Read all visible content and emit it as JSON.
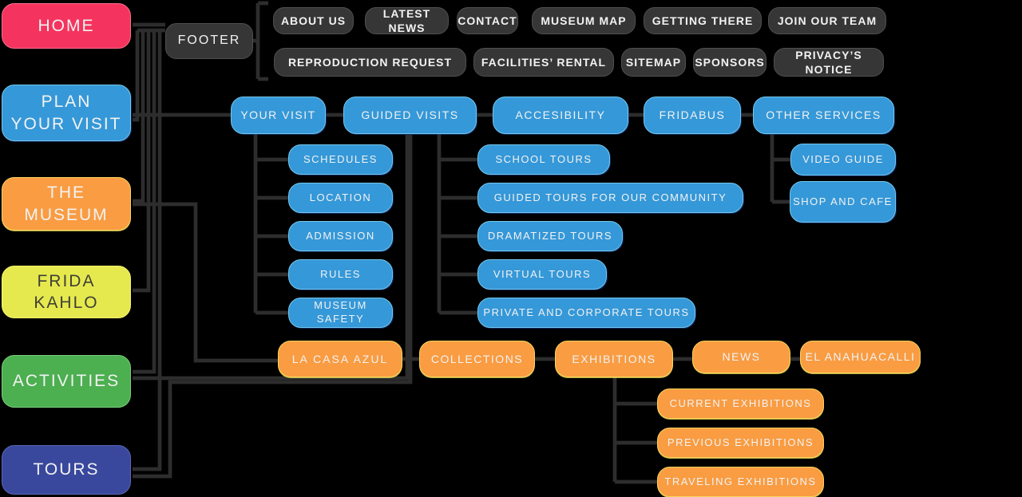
{
  "diagram": {
    "type": "sitemap-tree",
    "colors": {
      "background": "#000000",
      "pink": "#F4345E",
      "blue": "#3598D8",
      "orange": "#F99C42",
      "yellow_green": "#E6E94E",
      "green": "#4CAF50",
      "indigo": "#39489D",
      "dark_button": "#363636",
      "connector_line": "#2D2D2D",
      "text_light": "#F2F2F2",
      "text_dark": "#3F4038"
    }
  },
  "main_nav": [
    "HOME",
    "PLAN\nYOUR VISIT",
    "THE MUSEUM",
    "FRIDA\nKAHLO",
    "ACTIVITIES",
    "TOURS"
  ],
  "footer": {
    "label": "FOOTER",
    "row1": [
      "ABOUT US",
      "LATEST NEWS",
      "CONTACT",
      "MUSEUM MAP",
      "GETTING THERE",
      "JOIN OUR TEAM"
    ],
    "row2": [
      "REPRODUCTION REQUEST",
      "FACILITIES’ RENTAL",
      "SITEMAP",
      "SPONSORS",
      "PRIVACY’S NOTICE"
    ]
  },
  "visit_row": [
    "YOUR VISIT",
    "GUIDED VISITS",
    "ACCESIBILITY",
    "FRIDABUS",
    "OTHER SERVICES"
  ],
  "your_visit_children": [
    "SCHEDULES",
    "LOCATION",
    "ADMISSION",
    "RULES",
    "MUSEUM SAFETY"
  ],
  "guided_visits_children": [
    "SCHOOL TOURS",
    "GUIDED TOURS FOR OUR COMMUNITY",
    "DRAMATIZED TOURS",
    "VIRTUAL TOURS",
    "PRIVATE AND CORPORATE TOURS"
  ],
  "other_services_children": [
    "VIDEO GUIDE",
    "SHOP AND CAFE"
  ],
  "museum_row": [
    "LA CASA AZUL",
    "COLLECTIONS",
    "EXHIBITIONS",
    "NEWS",
    "EL ANAHUACALLI"
  ],
  "exhibitions_children": [
    "CURRENT EXHIBITIONS",
    "PREVIOUS EXHIBITIONS",
    "TRAVELING EXHIBITIONS"
  ]
}
